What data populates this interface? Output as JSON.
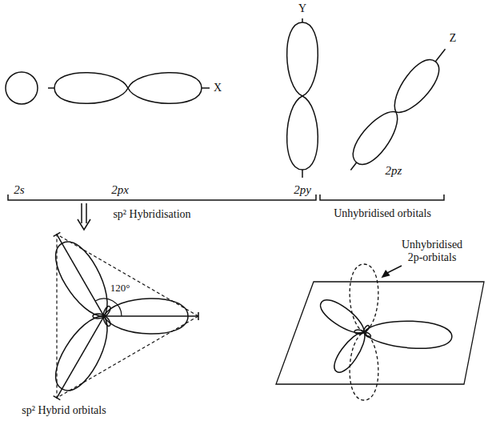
{
  "diagram": {
    "labels": [
      "2s",
      "2px",
      "2py",
      "X",
      "Y",
      "Z",
      "2pz",
      "sp² Hybridisation",
      "Unhybridised orbitals",
      "120°",
      "Unhybridised 2p-orbitals",
      "sp² Hybrid orbitals"
    ]
  }
}
